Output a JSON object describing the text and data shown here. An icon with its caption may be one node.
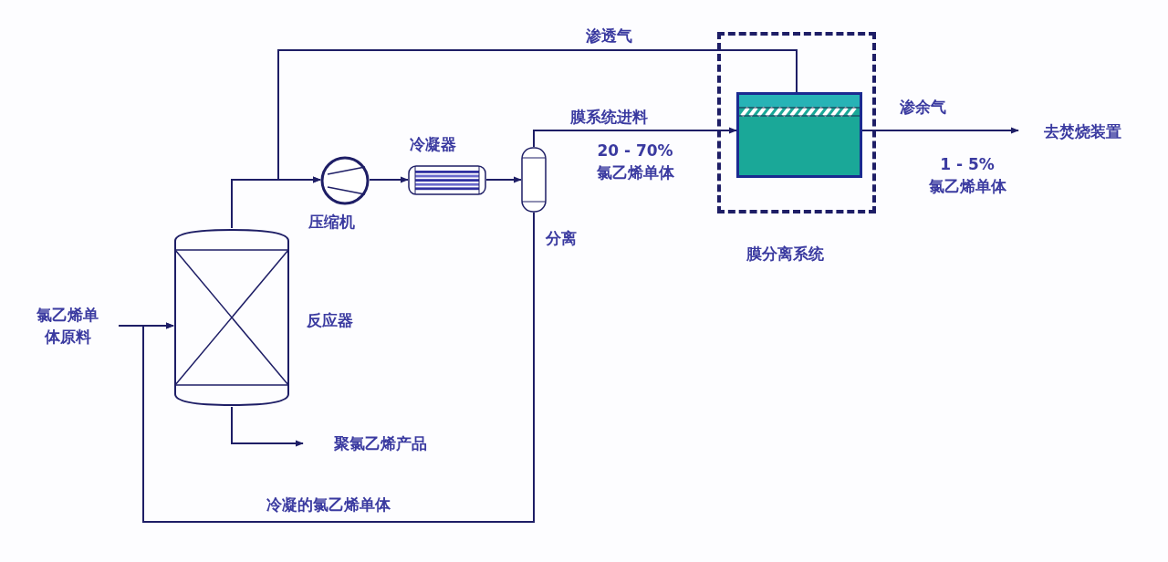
{
  "diagram": {
    "nodes": [
      {
        "text": [
          "氯乙烯单体原料"
        ]
      },
      {
        "text": [],
        "shape": "cylinder",
        "beside": [
          "反应器"
        ]
      },
      {
        "text": [],
        "shape": "circle",
        "beside": [
          "压缩机"
        ]
      },
      {
        "text": [],
        "shape": "box",
        "beside": [
          "冷凝器"
        ]
      },
      {
        "text": [],
        "shape": "cylinder",
        "beside": [
          "分离"
        ]
      },
      {
        "text": [
          "膜分离系统"
        ]
      },
      {
        "text": [],
        "shape": "box",
        "in": 5
      },
      {
        "text": [
          "去焚烧装置"
        ]
      },
      {
        "text": [
          "聚氯乙烯产品"
        ]
      }
    ],
    "edges": [
      {
        "from": 0,
        "to": 1,
        "arrow": "to"
      },
      {
        "from": 1,
        "to": 2,
        "arrow": "to"
      },
      {
        "from": 2,
        "to": 3,
        "arrow": "to"
      },
      {
        "from": 3,
        "to": 4,
        "arrow": "to"
      },
      {
        "from": 4,
        "to": 6,
        "arrow": "to",
        "label": "膜系统进料"
      },
      {
        "from": 6,
        "to": 7,
        "arrow": "to",
        "label": "渗余气"
      },
      {
        "from": 6,
        "to": 2,
        "arrow": "to",
        "label": "渗透气"
      },
      {
        "from": 1,
        "to": 8,
        "arrow": "to"
      },
      {
        "from": 4,
        "to": 1,
        "arrow": "to",
        "label": "冷凝的氯乙烯单体"
      }
    ],
    "labels": [
      "20 - 70% 氯乙烯单体",
      "1 - 5% 氯乙烯单体"
    ]
  }
}
